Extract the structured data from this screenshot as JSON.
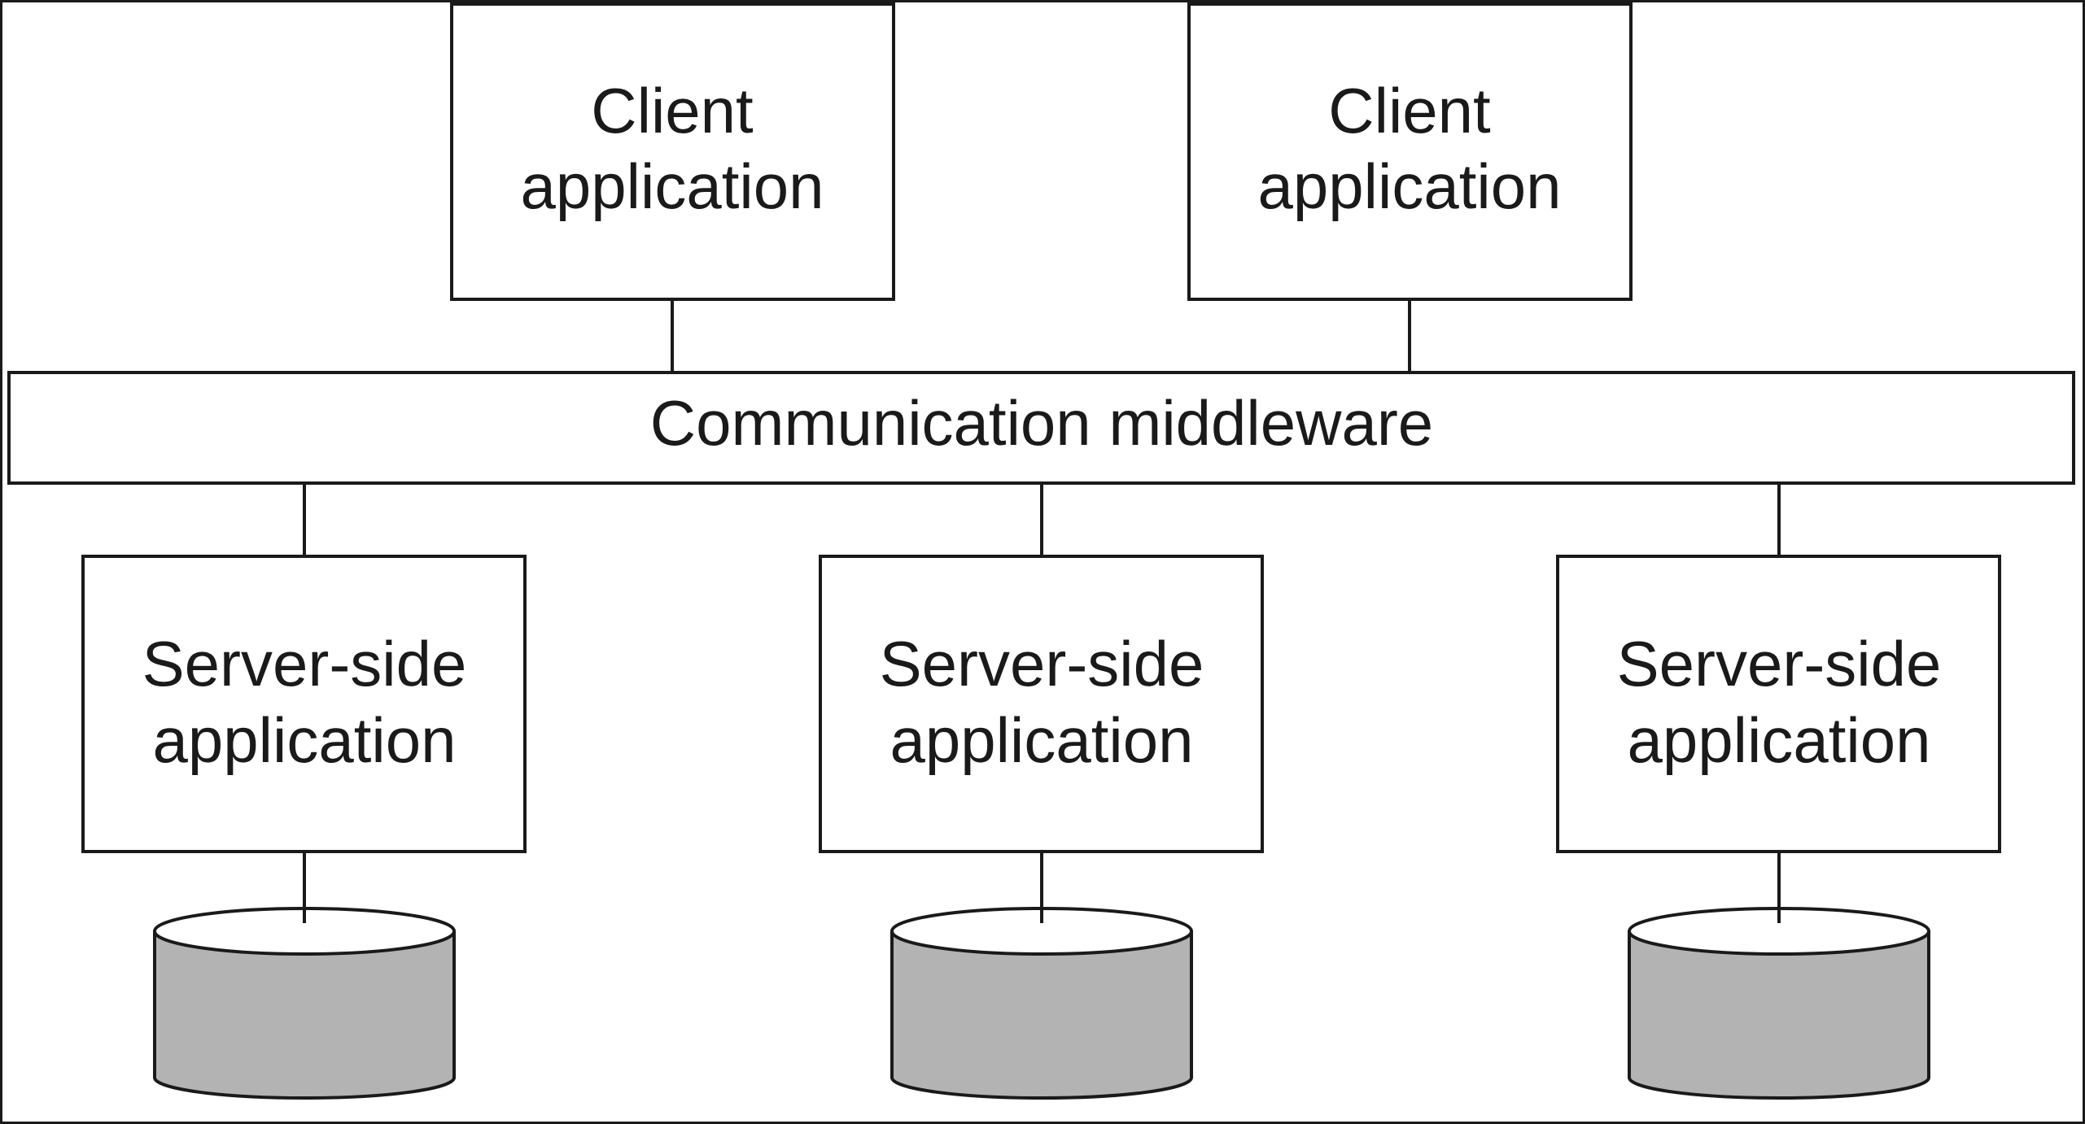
{
  "colors": {
    "stroke": "#1a1a1a",
    "database_fill": "#b3b3b3",
    "background": "#ffffff"
  },
  "clients": [
    {
      "line1": "Client",
      "line2": "application"
    },
    {
      "line1": "Client",
      "line2": "application"
    }
  ],
  "middleware": {
    "label": "Communication middleware"
  },
  "servers": [
    {
      "line1": "Server-side",
      "line2": "application"
    },
    {
      "line1": "Server-side",
      "line2": "application"
    },
    {
      "line1": "Server-side",
      "line2": "application"
    }
  ],
  "databases": [
    {
      "icon": "database-icon"
    },
    {
      "icon": "database-icon"
    },
    {
      "icon": "database-icon"
    }
  ]
}
